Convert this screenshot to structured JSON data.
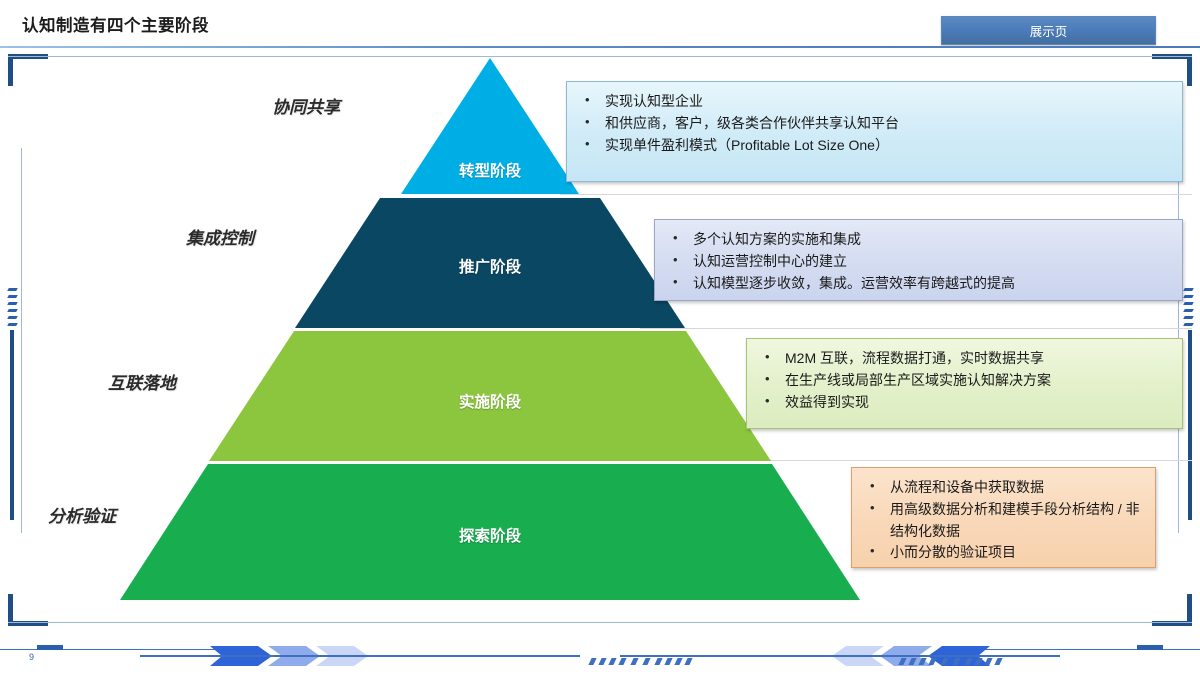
{
  "header": {
    "title": "认知制造有四个主要阶段",
    "badge_label": "展示页"
  },
  "side_labels": [
    {
      "text": "协同共享"
    },
    {
      "text": "集成控制"
    },
    {
      "text": "互联落地"
    },
    {
      "text": "分析验证"
    }
  ],
  "pyramid": {
    "tiers": [
      {
        "caption": "转型阶段",
        "color": "#00AEE6"
      },
      {
        "caption": "推广阶段",
        "color": "#0A4763"
      },
      {
        "caption": "实施阶段",
        "color": "#8CC63F"
      },
      {
        "caption": "探索阶段",
        "color": "#18AE4F"
      }
    ]
  },
  "callouts": [
    {
      "accent": "#c6e6f5",
      "bullets": [
        "实现认知型企业",
        "和供应商，客户，级各类合作伙伴共享认知平台",
        "实现单件盈利模式（Profitable Lot Size One）"
      ]
    },
    {
      "accent": "#cad4ee",
      "bullets": [
        "多个认知方案的实施和集成",
        "认知运营控制中心的建立",
        "认知模型逐步收敛，集成。运营效率有跨越式的提高"
      ]
    },
    {
      "accent": "#dcecbf",
      "bullets": [
        "M2M 互联，流程数据打通，实时数据共享",
        "在生产线或局部生产区域实施认知解决方案",
        "效益得到实现"
      ]
    },
    {
      "accent": "#f7d1ac",
      "bullets": [
        "从流程和设备中获取数据",
        "用高级数据分析和建模手段分析结构 / 非结构化数据",
        "小而分散的验证项目"
      ]
    }
  ],
  "footer": {
    "page_number": "9"
  },
  "theme": {
    "frame_blue": "#1f4e87",
    "accent_blue": "#3f6fc0",
    "badge_blue": "#4a7ab8"
  }
}
